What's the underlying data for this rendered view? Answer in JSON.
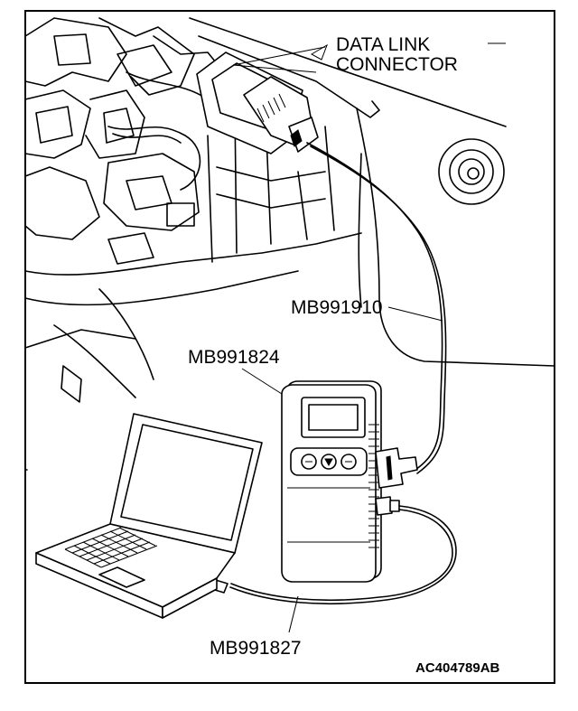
{
  "labels": {
    "connector_line1": "DATA LINK",
    "connector_line2": "CONNECTOR",
    "adapter_cable": "MB991910",
    "interface_unit": "MB991824",
    "usb_cable": "MB991827",
    "figure_id": "AC404789AB"
  }
}
